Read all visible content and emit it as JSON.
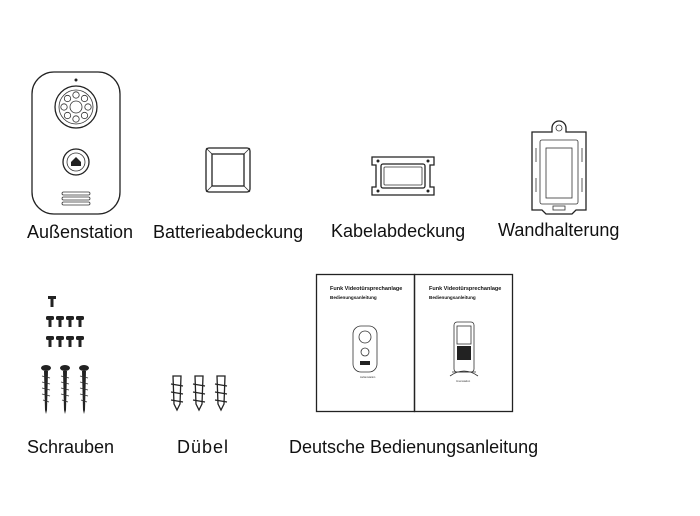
{
  "items": {
    "outdoor_station": "Außenstation",
    "battery_cover": "Batterieabdeckung",
    "cable_cover": "Kabelabdeckung",
    "wall_bracket": "Wandhalterung",
    "screws": "Schrauben",
    "dowels": "Dübel",
    "manual": "Deutsche Bedienungsanleitung"
  },
  "manual_pages": {
    "title": "Funk Videotürsprechanlage",
    "subtitle": "Bedienungsanleitung",
    "left_caption": "Außenstation",
    "right_caption": "Innenstation"
  },
  "colors": {
    "line": "#222222",
    "background": "#ffffff"
  }
}
